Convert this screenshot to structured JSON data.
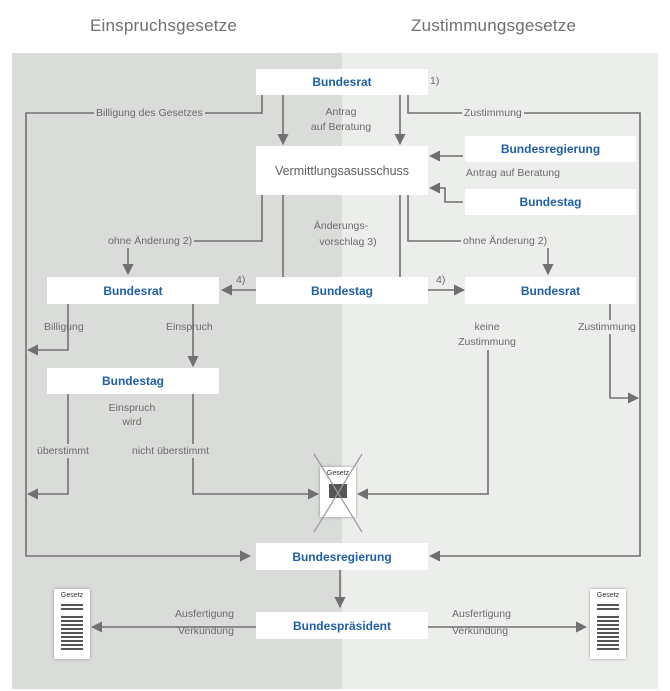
{
  "headings": {
    "left": "Einspruchsgesetze",
    "right": "Zustimmungsgesetze"
  },
  "boxes": {
    "bundesrat_top": "Bundesrat",
    "vermittlungsausschuss": "Vermittlungsasusschuss",
    "bundesregierung_right": "Bundesregierung",
    "bundestag_right": "Bundestag",
    "bundesrat_left": "Bundesrat",
    "bundestag_middle": "Bundestag",
    "bundesrat_right": "Bundesrat",
    "bundestag_left": "Bundestag",
    "bundesregierung_bottom": "Bundesregierung",
    "bundespraesident": "Bundespräsident"
  },
  "labels": {
    "note1": "1)",
    "billigung_des_gesetzes": "Billigung des Gesetzes",
    "zustimmung_top": "Zustimmung",
    "antrag_auf_beratung_1": "Antrag",
    "antrag_auf_beratung_2": "auf Beratung",
    "antrag_auf_beratung_right": "Antrag auf Beratung",
    "ohne_aenderung_left": "ohne Änderung  2)",
    "aenderungsvorschlag_1": "Änderungs-",
    "aenderungsvorschlag_2": "vorschlag  3)",
    "ohne_aenderung_right": "ohne Änderung  2)",
    "note4_left": "4)",
    "note4_right": "4)",
    "billigung": "Billigung",
    "einspruch": "Einspruch",
    "keine_zustimmung_1": "keine",
    "keine_zustimmung_2": "Zustimmung",
    "zustimmung_right": "Zustimmung",
    "einspruch_wird_1": "Einspruch",
    "einspruch_wird_2": "wird",
    "ueberstimmt": "überstimmt",
    "nicht_ueberstimmt": "nicht überstimmt",
    "ausfertigung_left_1": "Ausfertigung",
    "ausfertigung_left_2": "Verkündung",
    "ausfertigung_right_1": "Ausfertigung",
    "ausfertigung_right_2": "Verkündung"
  },
  "documents": {
    "failed": "Gesetz",
    "left": "Gesetz",
    "right": "Gesetz"
  },
  "colors": {
    "box_text": "#1f5fa6",
    "line": "#707070",
    "panel_left": "#d9dcd8",
    "panel_right": "#eceeeb"
  }
}
